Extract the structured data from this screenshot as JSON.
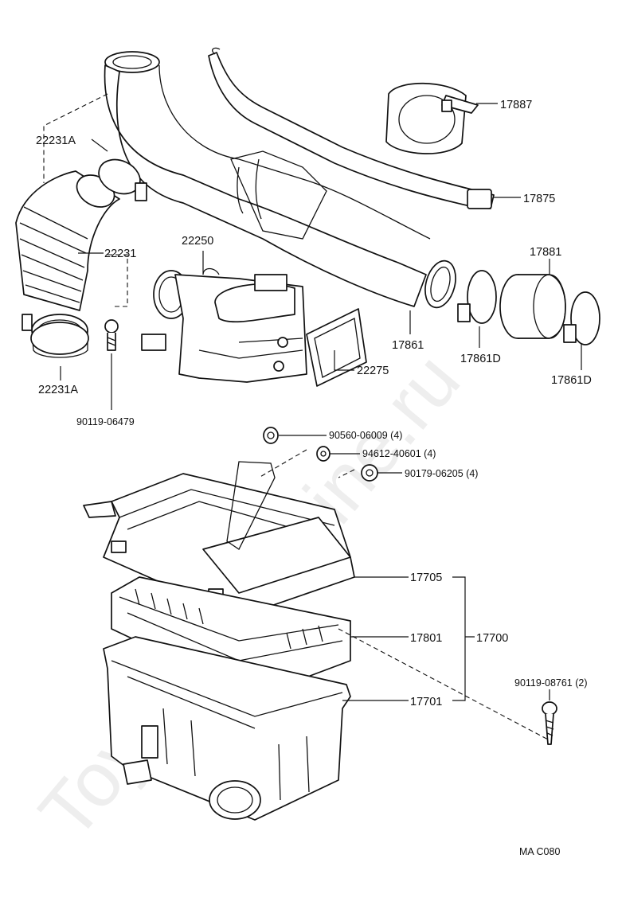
{
  "watermark": "ToyotaCarMine.ru",
  "figure_code": "MA  C080",
  "parts": {
    "p17887": "17887",
    "p17875": "17875",
    "p22231A_top": "22231A",
    "p22231": "22231",
    "p22231A_bottom": "22231A",
    "p22250": "22250",
    "p17881": "17881",
    "p17861": "17861",
    "p17861D_a": "17861D",
    "p17861D_b": "17861D",
    "p22275": "22275",
    "p90119_06479": "90119-06479",
    "p90560": "90560-06009 (4)",
    "p94612": "94612-40601 (4)",
    "p90179": "90179-06205 (4)",
    "p17705": "17705",
    "p17801": "17801",
    "p17700": "17700",
    "p17701": "17701",
    "p90119_08761": "90119-08761 (2)"
  }
}
